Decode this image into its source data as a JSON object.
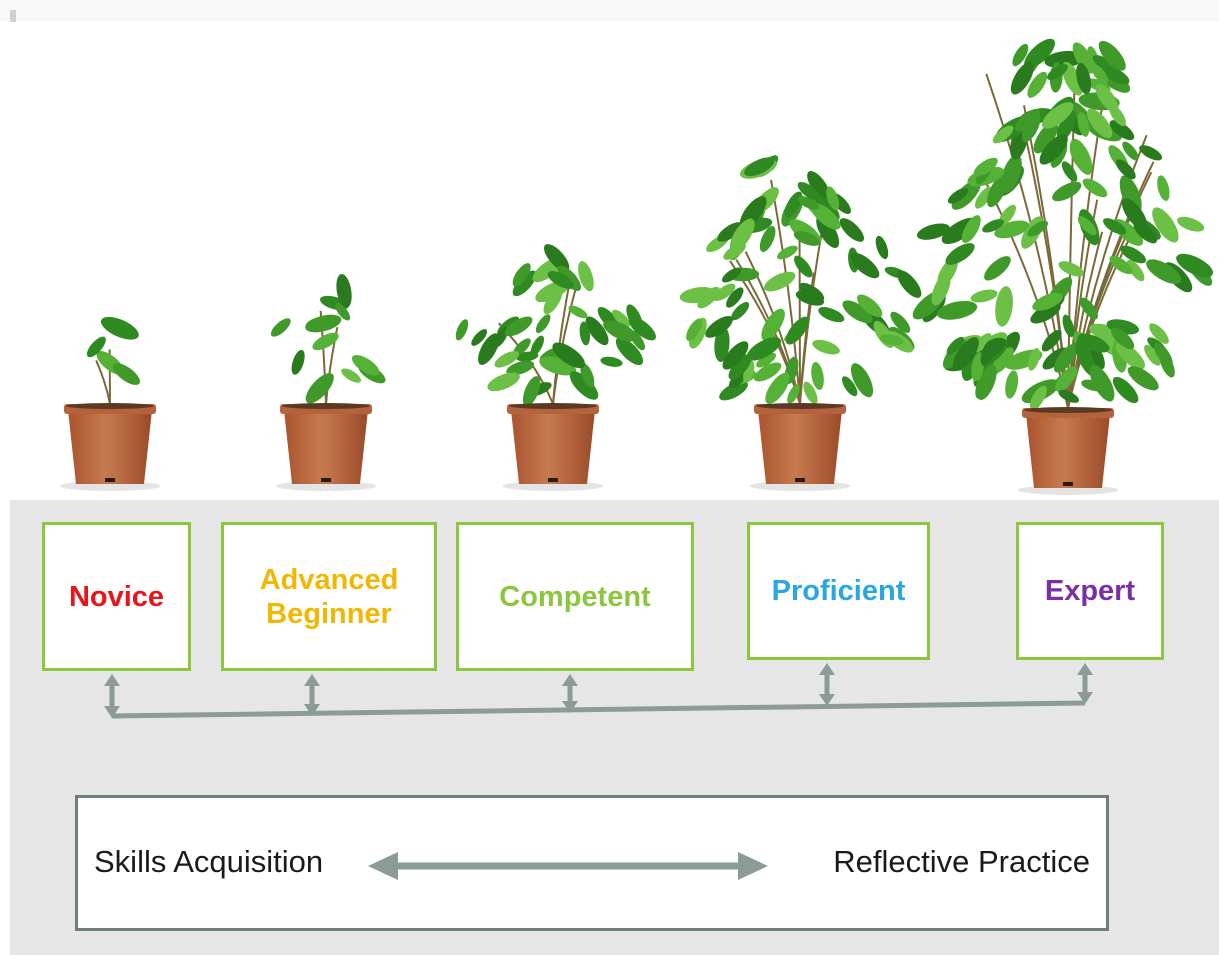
{
  "stages": [
    {
      "label": "Novice",
      "color": "#e8141c"
    },
    {
      "label": "Advanced Beginner",
      "color": "#f2b705"
    },
    {
      "label": "Competent",
      "color": "#8cc63f"
    },
    {
      "label": "Proficient",
      "color": "#2aa7e0"
    },
    {
      "label": "Expert",
      "color": "#7b2fa6"
    }
  ],
  "spectrum": {
    "left_label": "Skills Acquisition",
    "right_label": "Reflective Practice"
  },
  "colors": {
    "box_border": "#8cc63f",
    "connector": "#8a9c95",
    "pot": "#b8673f",
    "leaf": "#3f9a2a",
    "background_panel": "#e6e6e6"
  }
}
